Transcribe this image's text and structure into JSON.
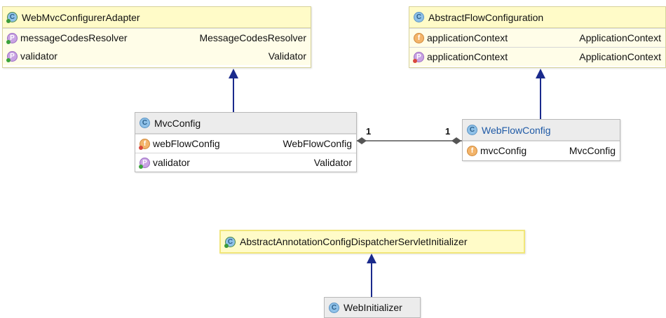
{
  "classes": {
    "web_mvc_configurer_adapter": {
      "name": "WebMvcConfigurerAdapter",
      "members": [
        {
          "name": "messageCodesResolver",
          "type": "MessageCodesResolver"
        },
        {
          "name": "validator",
          "type": "Validator"
        }
      ]
    },
    "abstract_flow_configuration": {
      "name": "AbstractFlowConfiguration",
      "fields": [
        {
          "name": "applicationContext",
          "type": "ApplicationContext"
        }
      ],
      "properties": [
        {
          "name": "applicationContext",
          "type": "ApplicationContext"
        }
      ]
    },
    "mvc_config": {
      "name": "MvcConfig",
      "fields": [
        {
          "name": "webFlowConfig",
          "type": "WebFlowConfig"
        }
      ],
      "properties": [
        {
          "name": "validator",
          "type": "Validator"
        }
      ]
    },
    "web_flow_config": {
      "name": "WebFlowConfig",
      "fields": [
        {
          "name": "mvcConfig",
          "type": "MvcConfig"
        }
      ]
    },
    "abstract_annotation_config_dispatcher_servlet_initializer": {
      "name": "AbstractAnnotationConfigDispatcherServletInitializer"
    },
    "web_initializer": {
      "name": "WebInitializer"
    }
  },
  "association": {
    "left_multiplicity": "1",
    "right_multiplicity": "1"
  },
  "icons": {
    "class": "C",
    "field": "f",
    "property": "P"
  },
  "colors": {
    "arrow": "#1a2a8c",
    "association_line": "#555555",
    "abstract_header": "#fffbc8",
    "concrete_header": "#ececec",
    "highlight_border": "#f1e67a"
  }
}
